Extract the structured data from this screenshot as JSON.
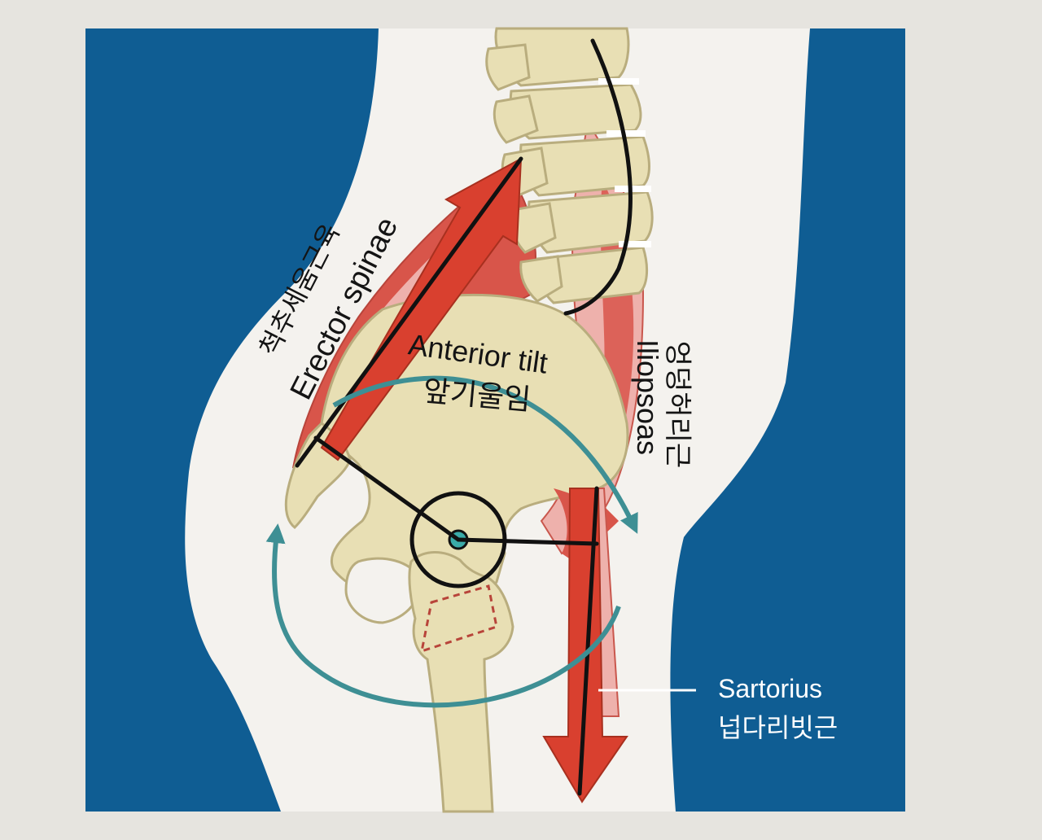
{
  "figure": {
    "colors": {
      "page": "#e6e4df",
      "panel_blue": "#0f5d93",
      "body_white": "#f4f2ee",
      "bone": "#e8dfb4",
      "bone_outline": "#b9ad7e",
      "muscle_red": "#d8554a",
      "muscle_pink": "#eeb1ac",
      "arrow_red": "#d9402f",
      "tilt_arrow_teal": "#3e8f94",
      "line_black": "#111111"
    },
    "labels": {
      "erector_korean": "척추세움근육",
      "erector_english": "Erector spinae",
      "tilt_english": "Anterior tilt",
      "tilt_korean": "앞기울임",
      "iliopsoas_english": "Iliopsoas",
      "iliopsoas_korean": "엉덩허리근",
      "sartorius_english": "Sartorius",
      "sartorius_korean": "넙다리빗근"
    }
  }
}
